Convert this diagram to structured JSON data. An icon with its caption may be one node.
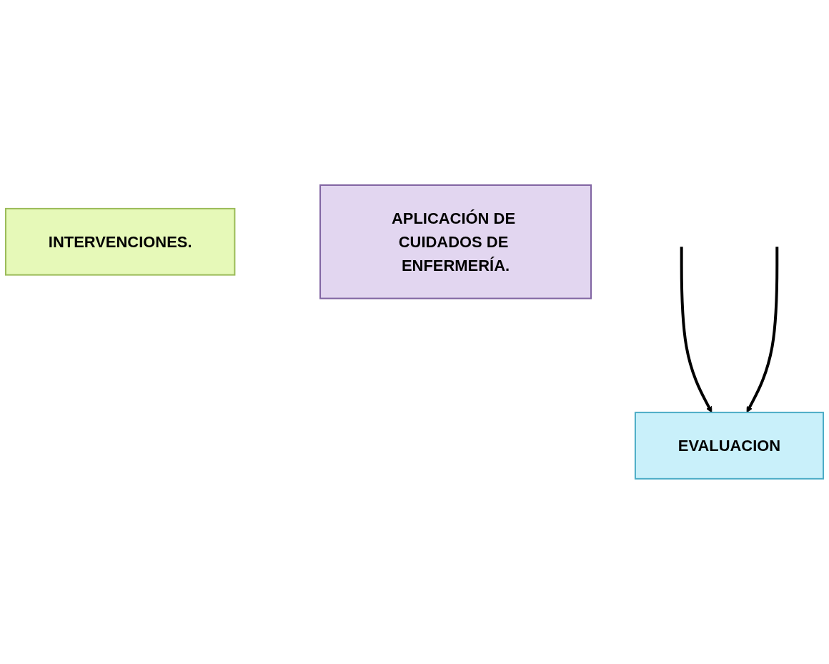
{
  "diagram": {
    "nodes": [
      {
        "text": [
          "INTERVENCIONES."
        ]
      },
      {
        "text": [
          "APLICACIÓN DE CUIDADOS DE ENFERMERÍA."
        ]
      },
      {
        "text": [
          "EVALUACION"
        ]
      }
    ],
    "edges": [
      {
        "from": null,
        "to": 2,
        "arrow": "to"
      },
      {
        "from": null,
        "to": 2,
        "arrow": "to"
      }
    ]
  }
}
